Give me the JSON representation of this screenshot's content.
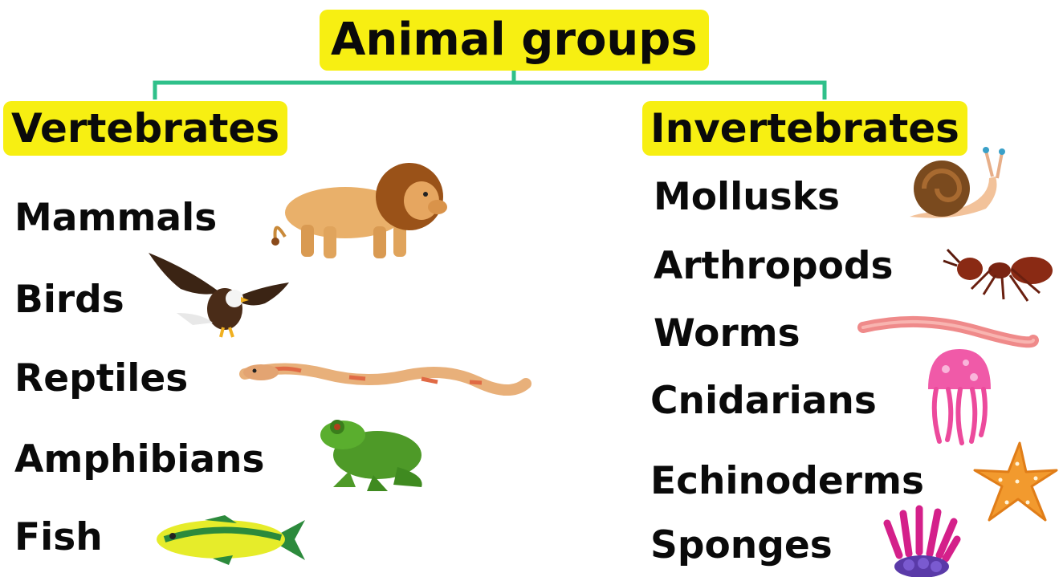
{
  "title": "Animal groups",
  "colors": {
    "highlight": "#f7ef12",
    "connector": "#2fc08a",
    "text": "#0a0a0a"
  },
  "vertebrates": {
    "heading": "Vertebrates",
    "items": [
      {
        "label": "Mammals",
        "icon": "lion-icon"
      },
      {
        "label": "Birds",
        "icon": "eagle-icon"
      },
      {
        "label": "Reptiles",
        "icon": "snake-icon"
      },
      {
        "label": "Amphibians",
        "icon": "frog-icon"
      },
      {
        "label": "Fish",
        "icon": "fish-icon"
      }
    ]
  },
  "invertebrates": {
    "heading": "Invertebrates",
    "items": [
      {
        "label": "Mollusks",
        "icon": "snail-icon"
      },
      {
        "label": "Arthropods",
        "icon": "ant-icon"
      },
      {
        "label": "Worms",
        "icon": "worm-icon"
      },
      {
        "label": "Cnidarians",
        "icon": "jellyfish-icon"
      },
      {
        "label": "Echinoderms",
        "icon": "starfish-icon"
      },
      {
        "label": "Sponges",
        "icon": "sponge-icon"
      }
    ]
  }
}
